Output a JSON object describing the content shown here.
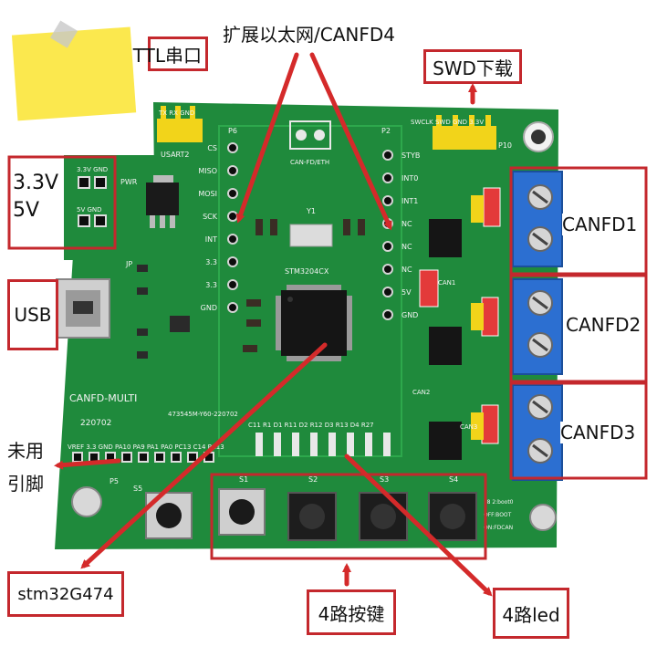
{
  "labels": {
    "ttl_uart": "TTL串口",
    "ethernet_canfd4": "扩展以太网/CANFD4",
    "swd": "SWD下载",
    "power": "3.3V\n5V",
    "usb": "USB",
    "canfd1": "CANFD1",
    "canfd2": "CANFD2",
    "canfd3": "CANFD3",
    "unused_pins": "未用\n引脚",
    "mcu": "stm32G474",
    "buttons": "4路按键",
    "leds": "4路led"
  },
  "silkscreen": {
    "board_name": "CANFD-MULTI",
    "board_date": "220702",
    "chip_label": "STM3204CX",
    "serial": "473545M-Y60-220702",
    "usart": "USART2",
    "uart_pins": "TX RX GND",
    "swd_pins": "SWCLK SWD GND 3.3V",
    "p6_pins": [
      "CS",
      "MISO",
      "MOSI",
      "SCK",
      "INT",
      "3.3",
      "3.3",
      "GND"
    ],
    "p2_pins": [
      "STYB",
      "INT0",
      "INT1",
      "NC",
      "NC",
      "NC",
      "5V",
      "GND"
    ],
    "bottom_header": "VREF 3.3 GND PA10 PA9 PA1 PA0 PC13 C14 PC13",
    "leds_row": "C11 R1 D1 R11 D2 R12 D3 R13 D4 R27",
    "switches": [
      "S5",
      "S1",
      "S2",
      "S3",
      "S4"
    ],
    "boot_labels": [
      "P8 2:boot0",
      "OFF:BOOT",
      "ON:FDCAN"
    ],
    "can_fd_eth": "CAN-FD/ETH",
    "jp": "JP",
    "pwr": "PWR",
    "p6": "P6",
    "p2": "P2",
    "p10": "P10",
    "p5": "P5",
    "y1": "Y1",
    "can1": "CAN1",
    "can2": "CAN2",
    "can3": "CAN3",
    "v33gnd": "3.3V GND",
    "v5gnd": "5V GND"
  },
  "colors": {
    "pcb": "#1f8a3c",
    "pcb_dark": "#176c2e",
    "callout_border": "#c4282d",
    "arrow": "#d42a2a",
    "terminal_blue": "#2c6fd1",
    "sticky": "#fbe84e",
    "header_yellow": "#f2d41a",
    "jumper_red": "#e33a3a"
  }
}
